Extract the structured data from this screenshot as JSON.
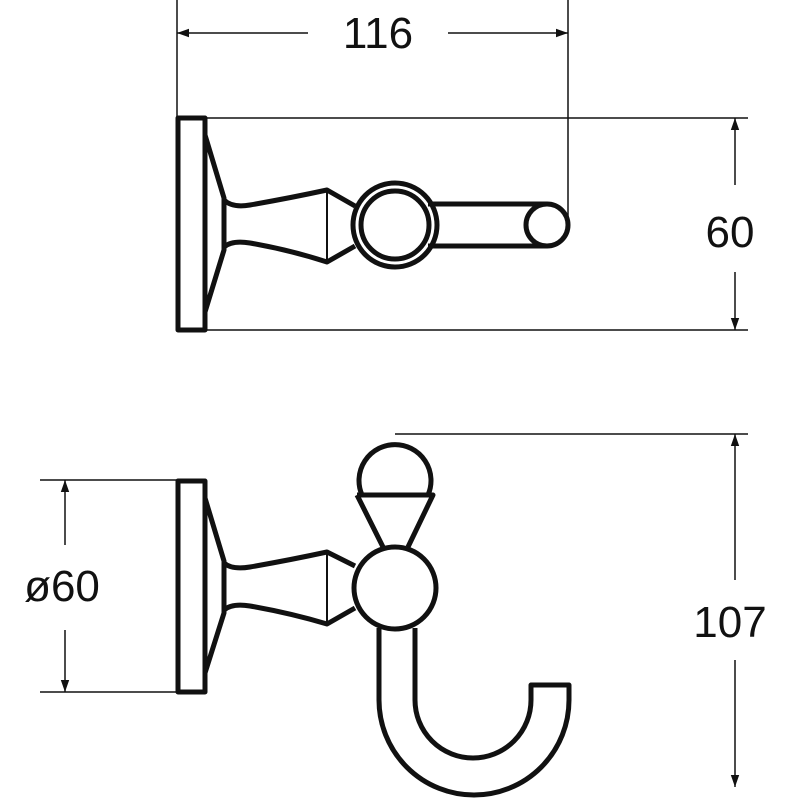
{
  "drawing": {
    "top_view": {
      "width_dimension": "116",
      "height_dimension": "60"
    },
    "front_view": {
      "base_diameter_dimension": "ø60",
      "height_dimension": "107"
    },
    "line_color": "#111111"
  }
}
